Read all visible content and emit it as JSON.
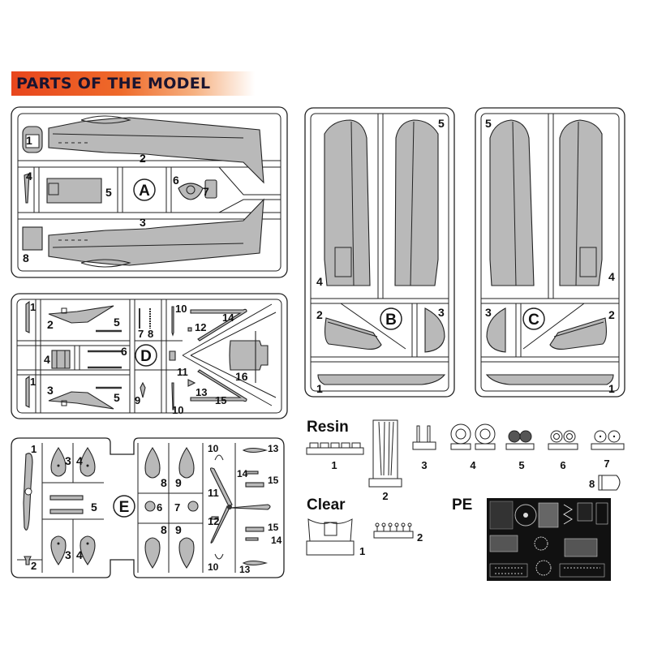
{
  "header": {
    "title": "PARTS OF THE MODEL",
    "accent_color": "#e8461d"
  },
  "sprues": {
    "A": {
      "letter": "A",
      "parts": [
        "1",
        "2",
        "3",
        "4",
        "5",
        "6",
        "7",
        "8"
      ]
    },
    "B": {
      "letter": "B",
      "parts": [
        "1",
        "2",
        "3",
        "4",
        "5"
      ]
    },
    "C": {
      "letter": "C",
      "parts": [
        "1",
        "2",
        "3",
        "4",
        "5"
      ]
    },
    "D": {
      "letter": "D",
      "parts": [
        "1",
        "1",
        "2",
        "3",
        "4",
        "5",
        "5",
        "6",
        "7",
        "8",
        "9",
        "10",
        "10",
        "11",
        "12",
        "13",
        "14",
        "15",
        "16"
      ]
    },
    "E": {
      "letter": "E",
      "parts": [
        "1",
        "2",
        "3",
        "3",
        "4",
        "4",
        "5",
        "6",
        "7",
        "8",
        "8",
        "9",
        "9",
        "10",
        "10",
        "11",
        "12",
        "13",
        "13",
        "14",
        "14",
        "15",
        "15"
      ]
    }
  },
  "resin": {
    "title": "Resin",
    "parts": [
      "1",
      "2",
      "3",
      "4",
      "5",
      "6",
      "7",
      "8"
    ]
  },
  "clear": {
    "title": "Clear",
    "parts": [
      "1",
      "2"
    ]
  },
  "pe": {
    "title": "PE"
  },
  "colors": {
    "plastic": "#b9b9b9",
    "outline": "#222222"
  }
}
